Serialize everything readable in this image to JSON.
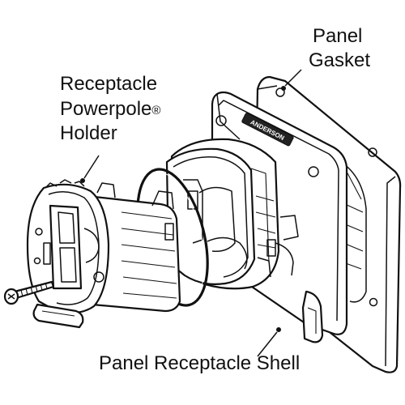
{
  "labels": {
    "panel_gasket_line1": "Panel",
    "panel_gasket_line2": "Gasket",
    "holder_line1": "Receptacle",
    "holder_line2_main": "Powerpole",
    "holder_line2_mark": "®",
    "holder_line3": "Holder",
    "shell": "Panel Receptacle Shell",
    "brand_mark": "ANDERSON"
  },
  "colors": {
    "ink": "#111111",
    "paper": "#ffffff"
  }
}
